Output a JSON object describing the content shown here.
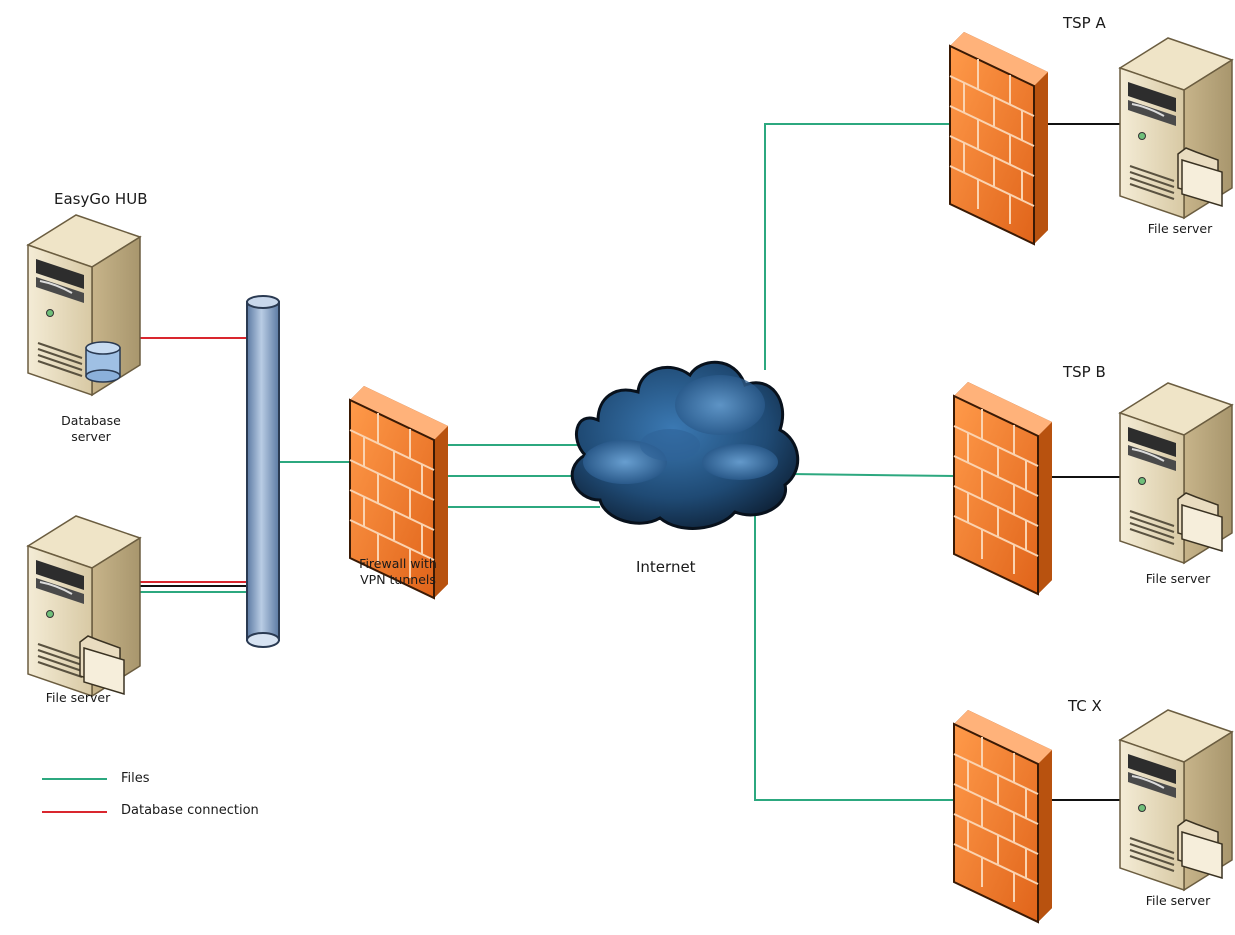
{
  "colors": {
    "files": "#2ca87f",
    "database": "#d9262e",
    "link": "#111111",
    "firewall": "#f07a1e",
    "hub_pipe": "#7f9bc0",
    "cloud": "#2b5b8c",
    "server": "#e8dcc0",
    "background": "#ffffff"
  },
  "hub": {
    "title": "EasyGo HUB",
    "database_server_label": "Database server",
    "file_server_label": "File server"
  },
  "firewall": {
    "label": "Firewall with VPN tunnels"
  },
  "internet": {
    "label": "Internet"
  },
  "partners": [
    {
      "name": "TSP A",
      "server_label": "File server"
    },
    {
      "name": "TSP B",
      "server_label": "File server"
    },
    {
      "name": "TC X",
      "server_label": "File server"
    }
  ],
  "legend": [
    {
      "label": "Files",
      "color": "#2ca87f"
    },
    {
      "label": "Database connection",
      "color": "#d9262e"
    }
  ]
}
